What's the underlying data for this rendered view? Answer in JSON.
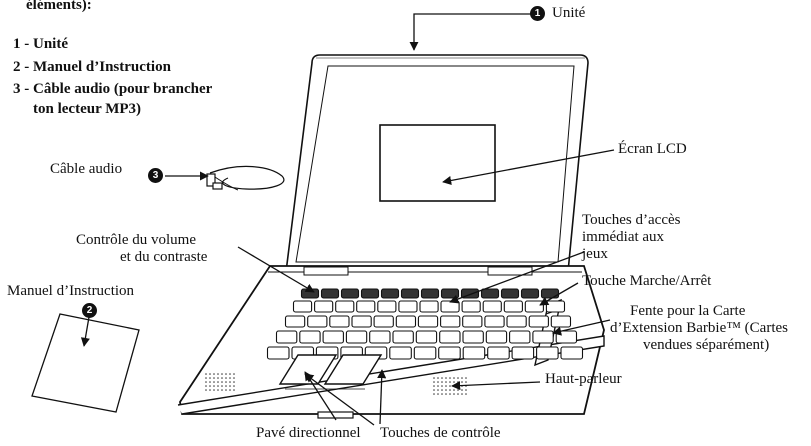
{
  "intro_fragment": "éléments):",
  "contents": [
    "1 - Unité",
    "2 - Manuel d’Instruction",
    "3 - Câble audio (pour brancher",
    "ton lecteur MP3)"
  ],
  "badges": {
    "unit": "1",
    "manual": "2",
    "cable": "3"
  },
  "labels": {
    "unit": "Unité",
    "screen": "Écran LCD",
    "cable": "Câble audio",
    "manual": "Manuel d’Instruction",
    "volume_l1": "Contrôle du volume",
    "volume_l2": "et du contraste",
    "gamekeys_l1": "Touches d’accès",
    "gamekeys_l2": "immédiat aux",
    "gamekeys_l3": "jeux",
    "power": "Touche Marche/Arrêt",
    "slot_l1": "Fente pour la Carte",
    "slot_l2": "d’Extension Barbie™ (Cartes",
    "slot_l3": "vendues séparément)",
    "speaker": "Haut-parleur",
    "dpad": "Pavé directionnel",
    "controlkeys": "Touches de contrôle"
  }
}
